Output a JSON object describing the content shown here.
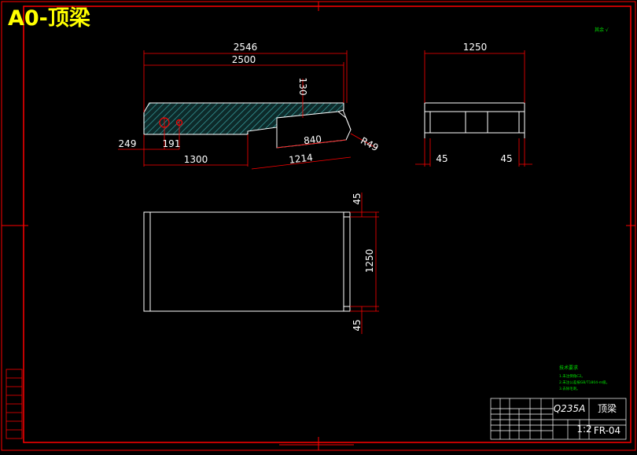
{
  "drawing": {
    "title": "A0-顶梁",
    "roughness_note": "其余 √",
    "dimensions": {
      "overall_length": "2546",
      "length": "2500",
      "height_130": "130",
      "ear_840": "840",
      "radius": "R49",
      "offset_249": "249",
      "hole_191": "191",
      "half_1300": "1300",
      "slope_1214": "1214",
      "width_top": "1250",
      "side_left_45": "45",
      "side_right_45": "45",
      "plan_top_45": "45",
      "plan_width": "1250",
      "plan_bottom_45": "45"
    },
    "technical_requirements": {
      "heading": "技术要求",
      "lines": [
        "1.未注倒角C2。",
        "2.未注公差按GB/T1804-m级。",
        "3.去除毛刺。"
      ]
    },
    "title_block": {
      "material": "Q235A",
      "drawing_number": "FR-04",
      "scale": "1:2",
      "sheet_label": "顶梁"
    }
  }
}
